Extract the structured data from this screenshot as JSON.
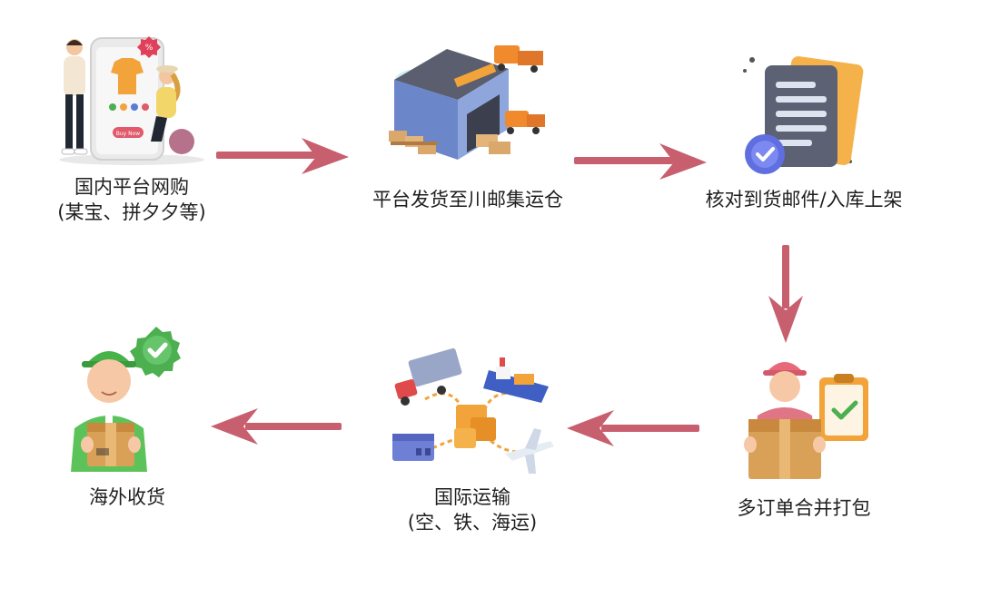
{
  "steps": [
    {
      "line1": "国内平台网购",
      "line2": "(某宝、拼夕夕等)",
      "icon": "online-shopping-icon"
    },
    {
      "line1": "平台发货至川邮集运仓",
      "icon": "warehouse-icon"
    },
    {
      "line1": "核对到货邮件/入库上架",
      "icon": "document-check-icon"
    },
    {
      "line1": "多订单合并打包",
      "icon": "packing-worker-icon"
    },
    {
      "line1": "国际运输",
      "line2": "(空、铁、海运)",
      "icon": "transport-network-icon"
    },
    {
      "line1": "海外收货",
      "icon": "delivery-received-icon"
    }
  ],
  "phone": {
    "buy_label": "Buy Now",
    "badge": "%"
  },
  "colors": {
    "arrow": "#c85f6e",
    "orange": "#f2a33a",
    "check": "#4caf50"
  }
}
